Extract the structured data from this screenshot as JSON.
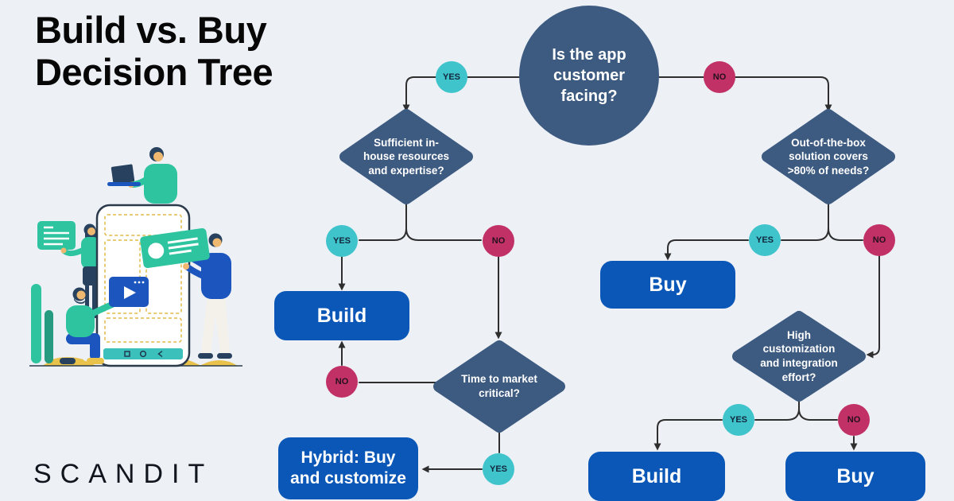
{
  "title": {
    "line1": "Build vs. Buy",
    "line2": "Decision Tree"
  },
  "brand": {
    "logo": "SCANDIT"
  },
  "colors": {
    "background": "#edf1f6",
    "node_slate": "#3d5a80",
    "outcome_blue": "#0b57b7",
    "yes_teal": "#40c4cc",
    "no_crimson": "#c23166",
    "connector_line": "#2e2e2e",
    "title_text": "#070707",
    "illustration_green": "#2ec49f",
    "illustration_blue": "#1c55bd",
    "illustration_gold": "#e8c24b"
  },
  "flow": {
    "root": {
      "lines": [
        "Is the app",
        "customer",
        "facing?"
      ]
    },
    "decisions": [
      {
        "lines": [
          "Sufficient in-",
          "house resources",
          "and expertise?"
        ]
      },
      {
        "lines": [
          "Out-of-the-box",
          "solution covers",
          ">80% of needs?"
        ]
      },
      {
        "lines": [
          "Time to market",
          "critical?"
        ]
      },
      {
        "lines": [
          "High",
          "customization",
          "and integration",
          "effort?"
        ]
      }
    ],
    "outcomes": [
      {
        "label": "Build"
      },
      {
        "lines": [
          "Hybrid: Buy",
          "and customize"
        ]
      },
      {
        "label": "Buy"
      },
      {
        "label": "Build"
      },
      {
        "label": "Buy"
      }
    ],
    "badges": [
      {
        "label": "YES"
      },
      {
        "label": "NO"
      },
      {
        "label": "YES"
      },
      {
        "label": "NO"
      },
      {
        "label": "NO"
      },
      {
        "label": "YES"
      },
      {
        "label": "YES"
      },
      {
        "label": "NO"
      },
      {
        "label": "YES"
      },
      {
        "label": "NO"
      }
    ]
  },
  "illustration": {
    "caption": "Four people assembling app screens around a giant smartphone wireframe"
  }
}
